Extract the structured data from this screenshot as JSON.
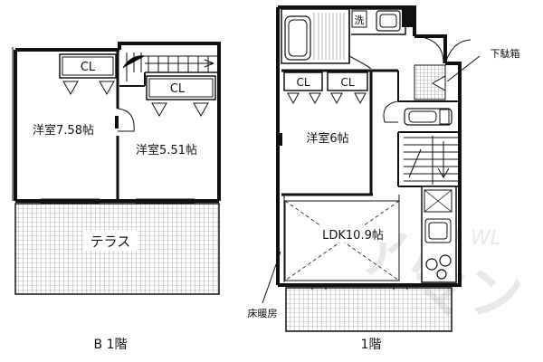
{
  "rooms": {
    "western_758": "洋室7.58帖",
    "western_551": "洋室5.51帖",
    "western_6": "洋室6帖",
    "ldk": "LDK10.9帖"
  },
  "closet_label": "CL",
  "terrace_label": "テラス",
  "washroom_label": "洗",
  "shoe_box_label": "下駄箱",
  "floor_heating_label": "床暖房",
  "floor_labels": {
    "basement": "B 1階",
    "first": "1階"
  },
  "watermark": "アパマンショップ"
}
